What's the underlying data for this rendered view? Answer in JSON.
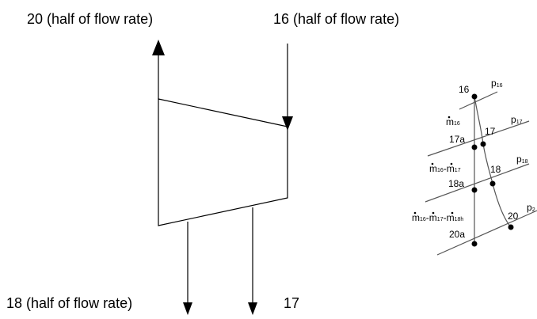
{
  "turbine": {
    "top_left_label": "20 (half of flow rate)",
    "top_right_label": "16 (half of flow rate)",
    "bottom_left_label": "18 (half of flow rate)",
    "bottom_right_label": "17"
  },
  "ts_diagram": {
    "state_16": "16",
    "state_17": "17",
    "state_17a": "17a",
    "state_18": "18",
    "state_18a": "18a",
    "state_20": "20",
    "state_20a": "20a",
    "p16_base": "p",
    "p16_sub": "16",
    "p17_base": "p",
    "p17_sub": "17",
    "p18_base": "p",
    "p18_sub": "18",
    "p20_base": "p",
    "p20_sub": "2",
    "m1_base": "m",
    "m1_sub": "16",
    "m2_base1": "m",
    "m2_sub1": "16",
    "m2_sep": "-",
    "m2_base2": "m",
    "m2_sub2": "17",
    "m3_base1": "m",
    "m3_sub1": "16",
    "m3_sep1": "-",
    "m3_base2": "m",
    "m3_sub2": "17",
    "m3_sep2": "-",
    "m3_base3": "m",
    "m3_sub3": "18h"
  },
  "colors": {
    "line": "#000000",
    "process_line": "#555555"
  }
}
